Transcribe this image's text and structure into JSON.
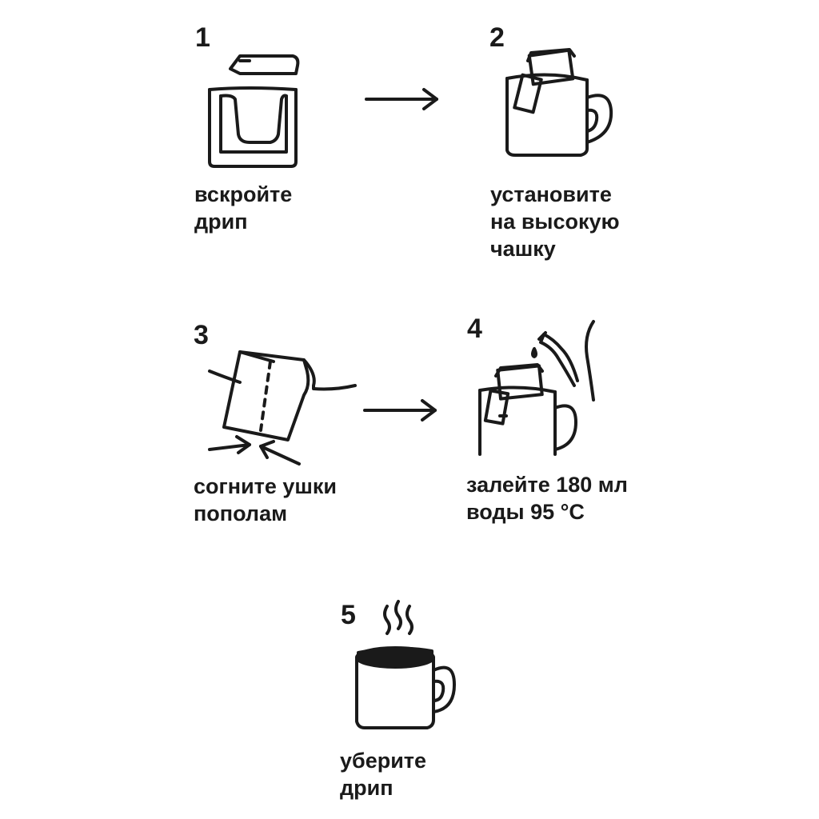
{
  "steps": [
    {
      "number": "1",
      "lines": [
        "вскройте",
        "дрип"
      ]
    },
    {
      "number": "2",
      "lines": [
        "установите",
        "на высокую",
        "чашку"
      ]
    },
    {
      "number": "3",
      "lines": [
        "согните ушки",
        "пополам"
      ]
    },
    {
      "number": "4",
      "lines": [
        "залейте 180 мл",
        "воды 95 °С"
      ]
    },
    {
      "number": "5",
      "lines": [
        "уберите",
        "дрип"
      ]
    }
  ],
  "icons": {
    "step1": "open-drip-bag-icon",
    "step2": "drip-on-mug-icon",
    "step3": "fold-ears-icon",
    "step4": "kettle-pour-icon",
    "step5": "hot-coffee-mug-icon",
    "arrows": "arrow-right-icon"
  }
}
